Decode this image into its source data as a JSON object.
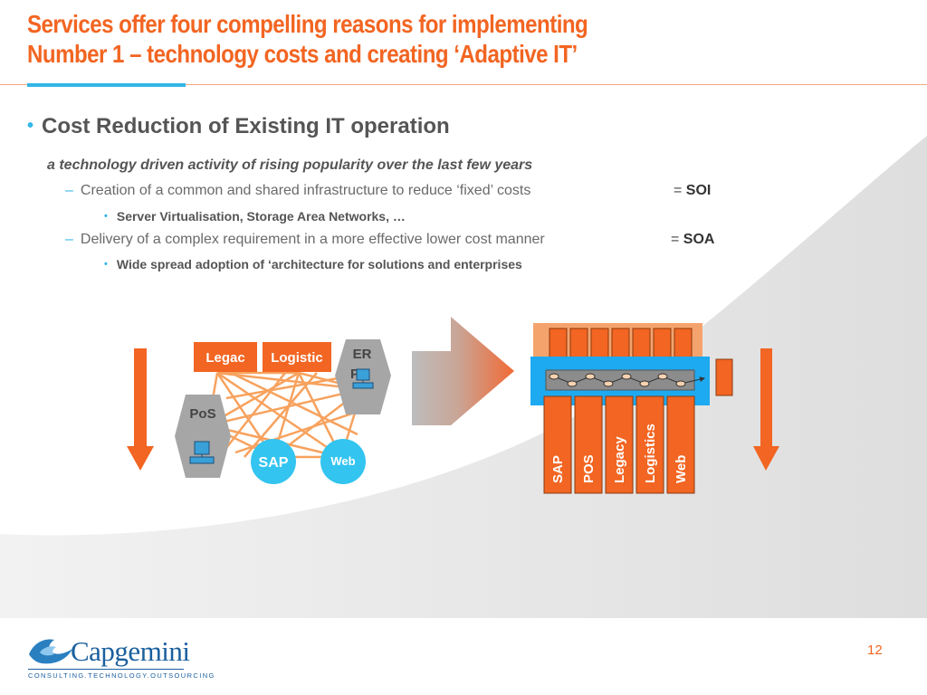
{
  "slide": {
    "title_line1": "Services offer four compelling reasons for implementing",
    "title_line2": "Number 1 – technology costs and creating ‘Adaptive IT’",
    "bullet_main": "Cost Reduction of Existing IT operation",
    "subtitle_italic": "a technology driven activity of rising popularity over the last few years",
    "items": [
      {
        "text": "Creation of a common and shared infrastructure to reduce ‘fixed’ costs",
        "eq": "=",
        "term": "SOI",
        "sub": "Server Virtualisation, Storage Area Networks, …"
      },
      {
        "text": "Delivery of a complex requirement in a more effective lower cost manner",
        "eq": "=",
        "term": "SOA",
        "sub": "Wide spread adoption of ‘architecture for solutions and enterprises"
      }
    ],
    "page_number": "12"
  },
  "diagram_left": {
    "legacy": "Legac",
    "logistics": "Logistic",
    "erp_top": "ER",
    "erp_bottom": "P",
    "pos": "PoS",
    "sap": "SAP",
    "web": "Web"
  },
  "diagram_right": {
    "columns": [
      "SAP",
      "POS",
      "Legacy",
      "Logistics",
      "Web"
    ]
  },
  "logo": {
    "word": "Capgemini",
    "tagline": "CONSULTING.TECHNOLOGY.OUTSOURCING"
  },
  "colors": {
    "accent_orange": "#f26522",
    "accent_blue": "#33b6e8",
    "logo_blue": "#1a5f9e"
  }
}
